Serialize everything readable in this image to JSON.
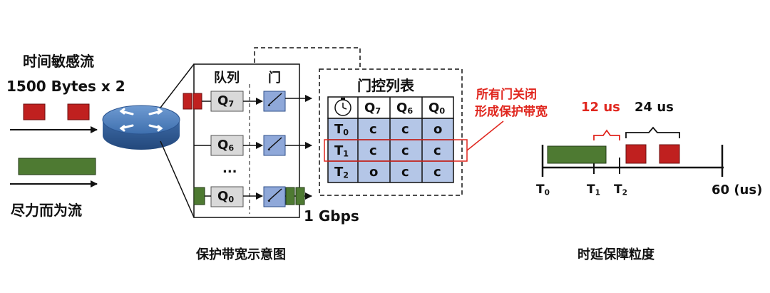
{
  "left": {
    "title_time_sensitive": "时间敏感流",
    "packet_size": "1500 Bytes x 2",
    "title_best_effort": "尽力而为流"
  },
  "switch": {
    "col_queue": "队列",
    "col_gate": "门",
    "queues": [
      {
        "name": "Q",
        "sub": "7"
      },
      {
        "name": "Q",
        "sub": "6"
      },
      {
        "name": "Q",
        "sub": "0"
      }
    ],
    "ellipsis": "...",
    "link_speed": "1 Gbps",
    "caption": "保护带宽示意图"
  },
  "gate_table": {
    "title": "门控列表",
    "headers": [
      {
        "name": "Q",
        "sub": "7"
      },
      {
        "name": "Q",
        "sub": "6"
      },
      {
        "name": "Q",
        "sub": "0"
      }
    ],
    "rows": [
      {
        "t": "T",
        "sub": "0",
        "cells": [
          "c",
          "c",
          "o"
        ]
      },
      {
        "t": "T",
        "sub": "1",
        "cells": [
          "c",
          "c",
          "c"
        ]
      },
      {
        "t": "T",
        "sub": "2",
        "cells": [
          "o",
          "c",
          "c"
        ]
      }
    ],
    "annotation_line1": "所有门关闭",
    "annotation_line2": "形成保护带宽"
  },
  "timeline": {
    "label_12us": "12 us",
    "label_24us": "24 us",
    "ticks": [
      {
        "t": "T",
        "sub": "0"
      },
      {
        "t": "T",
        "sub": "1"
      },
      {
        "t": "T",
        "sub": "2"
      }
    ],
    "end_label": "60 (us)",
    "caption": "时延保障粒度"
  },
  "colors": {
    "red_packet": "#c0201f",
    "green_packet": "#4e7a32",
    "queue_fill": "#d9d9d9",
    "gate_fill": "#8fa8d9",
    "table_fill": "#b4c6e7",
    "annotation_red": "#e0261e"
  }
}
